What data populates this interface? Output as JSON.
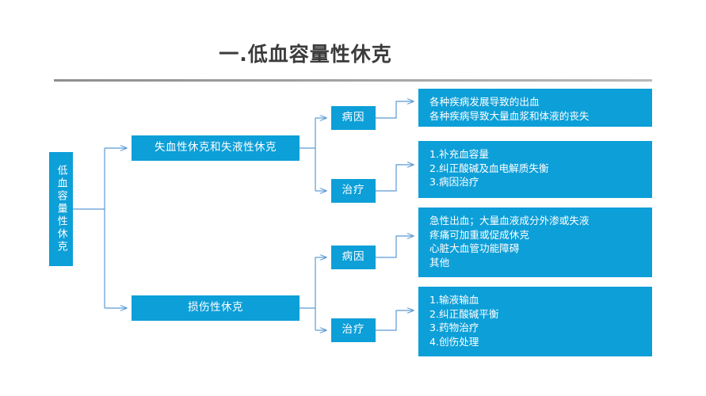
{
  "slide": {
    "title": "一.低血容量性休克",
    "accent_color": "#0d9fd8",
    "connector_color": "#5b9bd5",
    "title_color": "#3b3b3b",
    "background_color": "#ffffff"
  },
  "diagram": {
    "root": {
      "label": "低血容量性休克"
    },
    "branches": [
      {
        "label": "失血性休克和失液性休克",
        "subnodes": [
          {
            "label": "病因",
            "detail_lines": [
              "各种疾病发展导致的出血",
              "各种疾病导致大量血浆和体液的丧失"
            ]
          },
          {
            "label": "治疗",
            "detail_lines": [
              "1.补充血容量",
              "2.纠正酸碱及血电解质失衡",
              "3.病因治疗"
            ]
          }
        ]
      },
      {
        "label": "损伤性休克",
        "subnodes": [
          {
            "label": "病因",
            "detail_lines": [
              "急性出血；大量血液成分外渗或失液",
              "疼痛可加重或促成休克",
              "心脏大血管功能障碍",
              "其他"
            ]
          },
          {
            "label": "治疗",
            "detail_lines": [
              "1.输液输血",
              "2.纠正酸碱平衡",
              "3.药物治疗",
              "4.创伤处理"
            ]
          }
        ]
      }
    ]
  }
}
